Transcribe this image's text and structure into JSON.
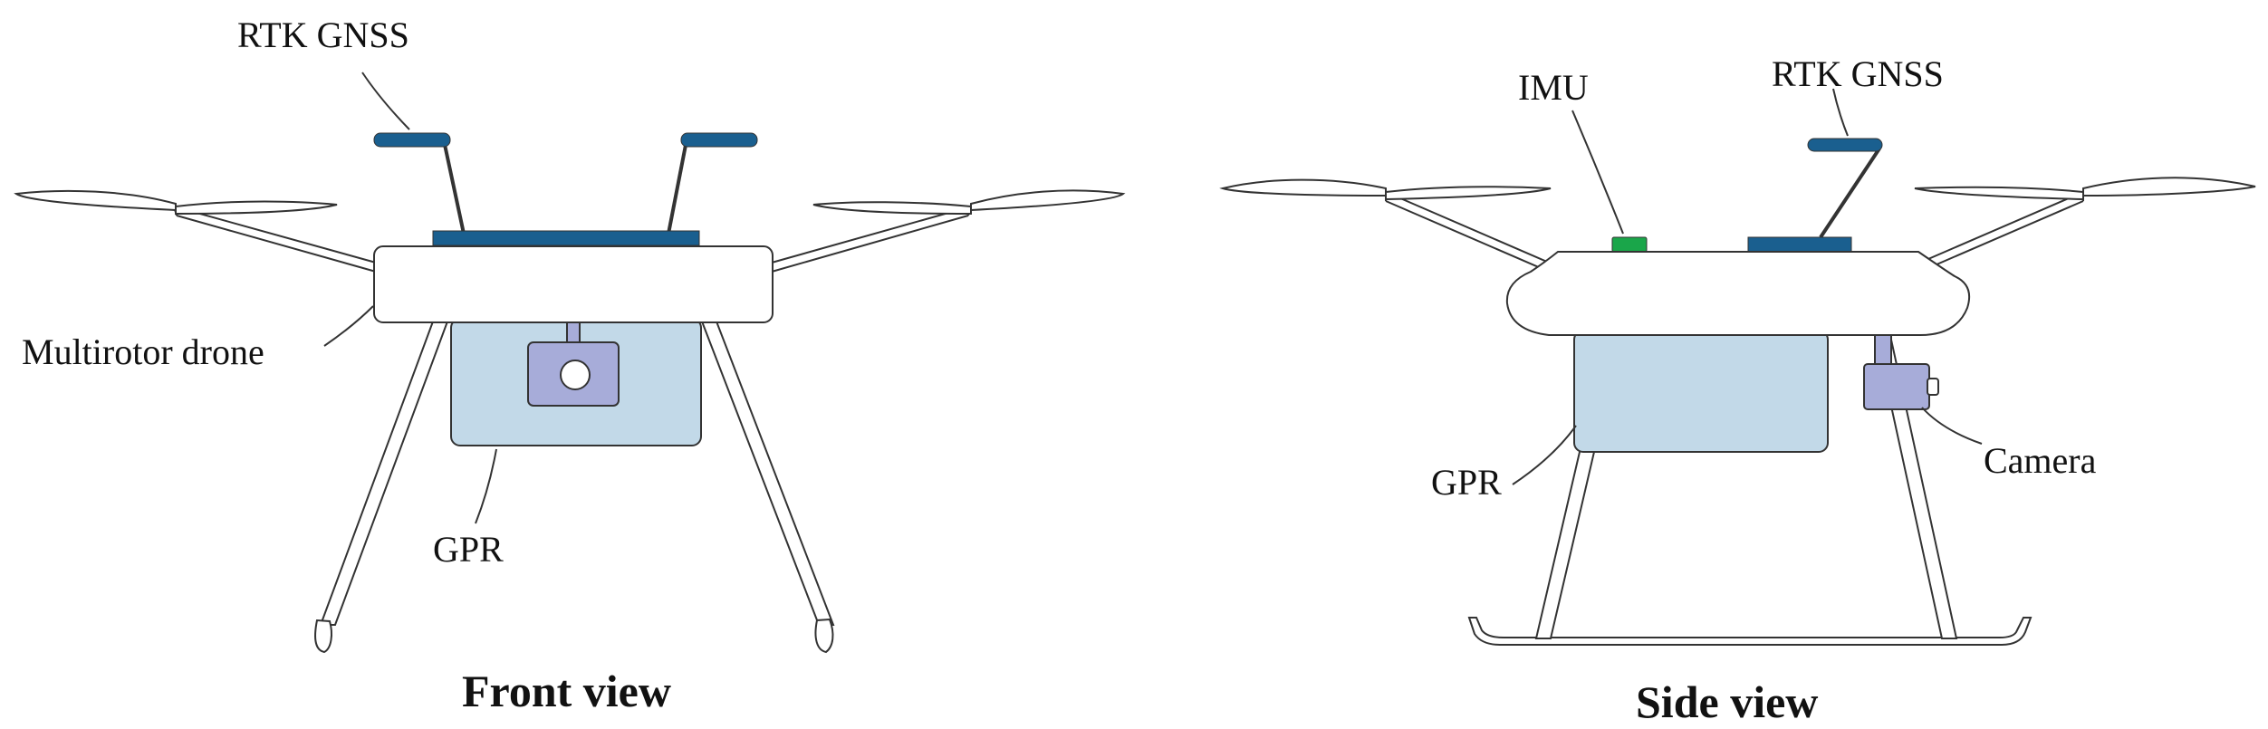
{
  "figure": {
    "front_view": {
      "caption": "Front view",
      "labels": {
        "rtk_gnss": "RTK GNSS",
        "multirotor_drone": "Multirotor drone",
        "gpr": "GPR"
      }
    },
    "side_view": {
      "caption": "Side view",
      "labels": {
        "imu": "IMU",
        "rtk_gnss": "RTK GNSS",
        "gpr": "GPR",
        "camera": "Camera"
      }
    }
  },
  "colors": {
    "gnss_antenna": "#1a5f8f",
    "imu": "#1aa64a",
    "gpr_box": "#c2d9e8",
    "camera": "#a7acd9",
    "outline": "#333333"
  }
}
